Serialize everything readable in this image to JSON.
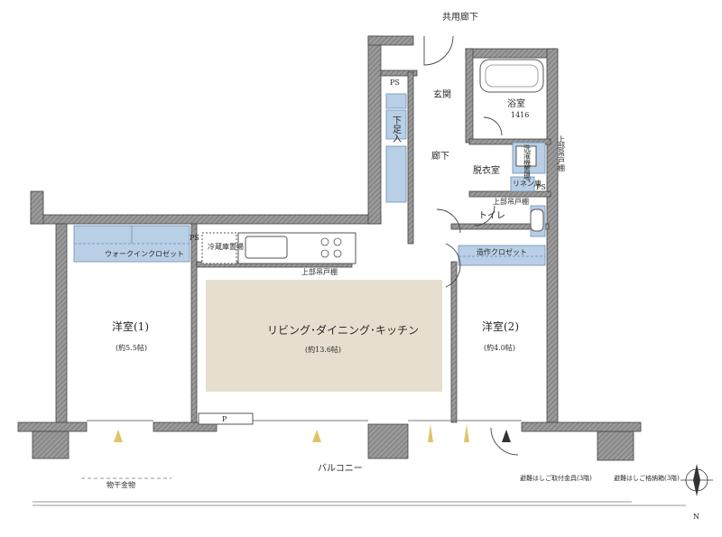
{
  "labels": {
    "common_corridor": "共用廊下",
    "entrance": "玄関",
    "bathroom": "浴室",
    "bathroom_size": "1416",
    "shoe_box": "下足入",
    "hallway": "廊下",
    "dressing_room": "脱衣室",
    "washer": "洗濯機置場",
    "linen": "リネン庫",
    "toilet": "トイレ",
    "upper_cabinet_1": "上部吊戸棚",
    "upper_cabinet_2": "上部吊戸棚",
    "upper_cabinet_3": "上部吊戸棚",
    "ps_1": "PS",
    "ps_2": "PS",
    "ps_3": "PS",
    "built_in_closet": "造作クロゼット",
    "walk_in_closet": "ウォークインクロゼット",
    "fridge": "冷蔵庫置場",
    "ldk": "リビング･ダイニング･キッチン",
    "ldk_size": "(約13.6帖)",
    "room1": "洋室(1)",
    "room1_size": "(約5.5帖)",
    "room2": "洋室(2)",
    "room2_size": "(約4.0帖)",
    "balcony": "バルコニー",
    "clothes_hanger": "物干金物",
    "ladder_fitting": "避難はしご取付金具(3階)",
    "ladder_storage": "避難はしご格納箱(3階)",
    "p_mark": "P",
    "north": "N"
  },
  "colors": {
    "wall": "#8c8c8c",
    "wall_dark": "#555555",
    "storage": "#b9cfe6",
    "ldk_floor": "#e6dfcf",
    "balcony_line": "#999999"
  }
}
